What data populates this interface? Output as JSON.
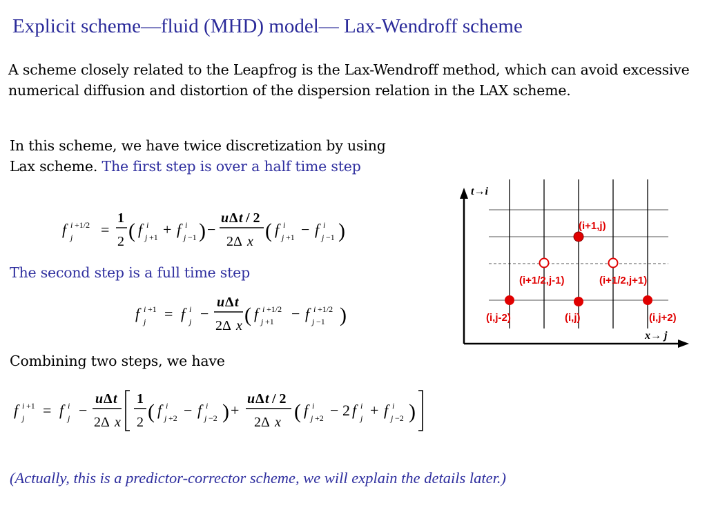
{
  "slide": {
    "title": "Explicit scheme—fluid (MHD) model— Lax-Wendroff scheme",
    "intro_text": "A scheme closely related to the Leapfrog is the Lax-Wendroff method, which can avoid excessive numerical diffusion and distortion of the dispersion relation in the LAX scheme.",
    "scheme_text": "In this scheme, we have twice discretization by using Lax scheme.",
    "first_step_text": "The first step is over a half time step",
    "second_step_text": "The second step is a full time step",
    "combining_text": "Combining two steps, we have",
    "note_text": "(Actually, this is a predictor-corrector scheme, we will explain the details later.)"
  },
  "diagram": {
    "t_axis_label": "t→i",
    "x_axis_label": "x→ j",
    "labels": {
      "top_point": "(i+1,j)",
      "half_left": "(i+1/2,j-1)",
      "half_right": "(i+1/2,j+1)",
      "bottom_left": "(i,j-2)",
      "bottom_mid": "(i,j)",
      "bottom_right": "(i,j+2)"
    },
    "colors": {
      "points": "#e00000",
      "text_blue": "#2f2f9f"
    }
  },
  "equations": {
    "eq1": "f_j^{i+1/2} = 1/2 (f_{j+1}^i + f_{j-1}^i) - (uΔt/2)/(2Δx) (f_{j+1}^i - f_{j-1}^i)",
    "eq2": "f_j^{i+1} = f_j^i - uΔt/(2Δx) (f_{j+1}^{i+1/2} - f_{j-1}^{i+1/2})",
    "eq3": "f_j^{i+1} = f_j^i - uΔt/(2Δx) [ 1/2 (f_{j+2}^i - f_{j-2}^i) + (uΔt/2)/(2Δx) (f_{j+2}^i - 2f_j^i + f_{j-2}^i) ]"
  }
}
